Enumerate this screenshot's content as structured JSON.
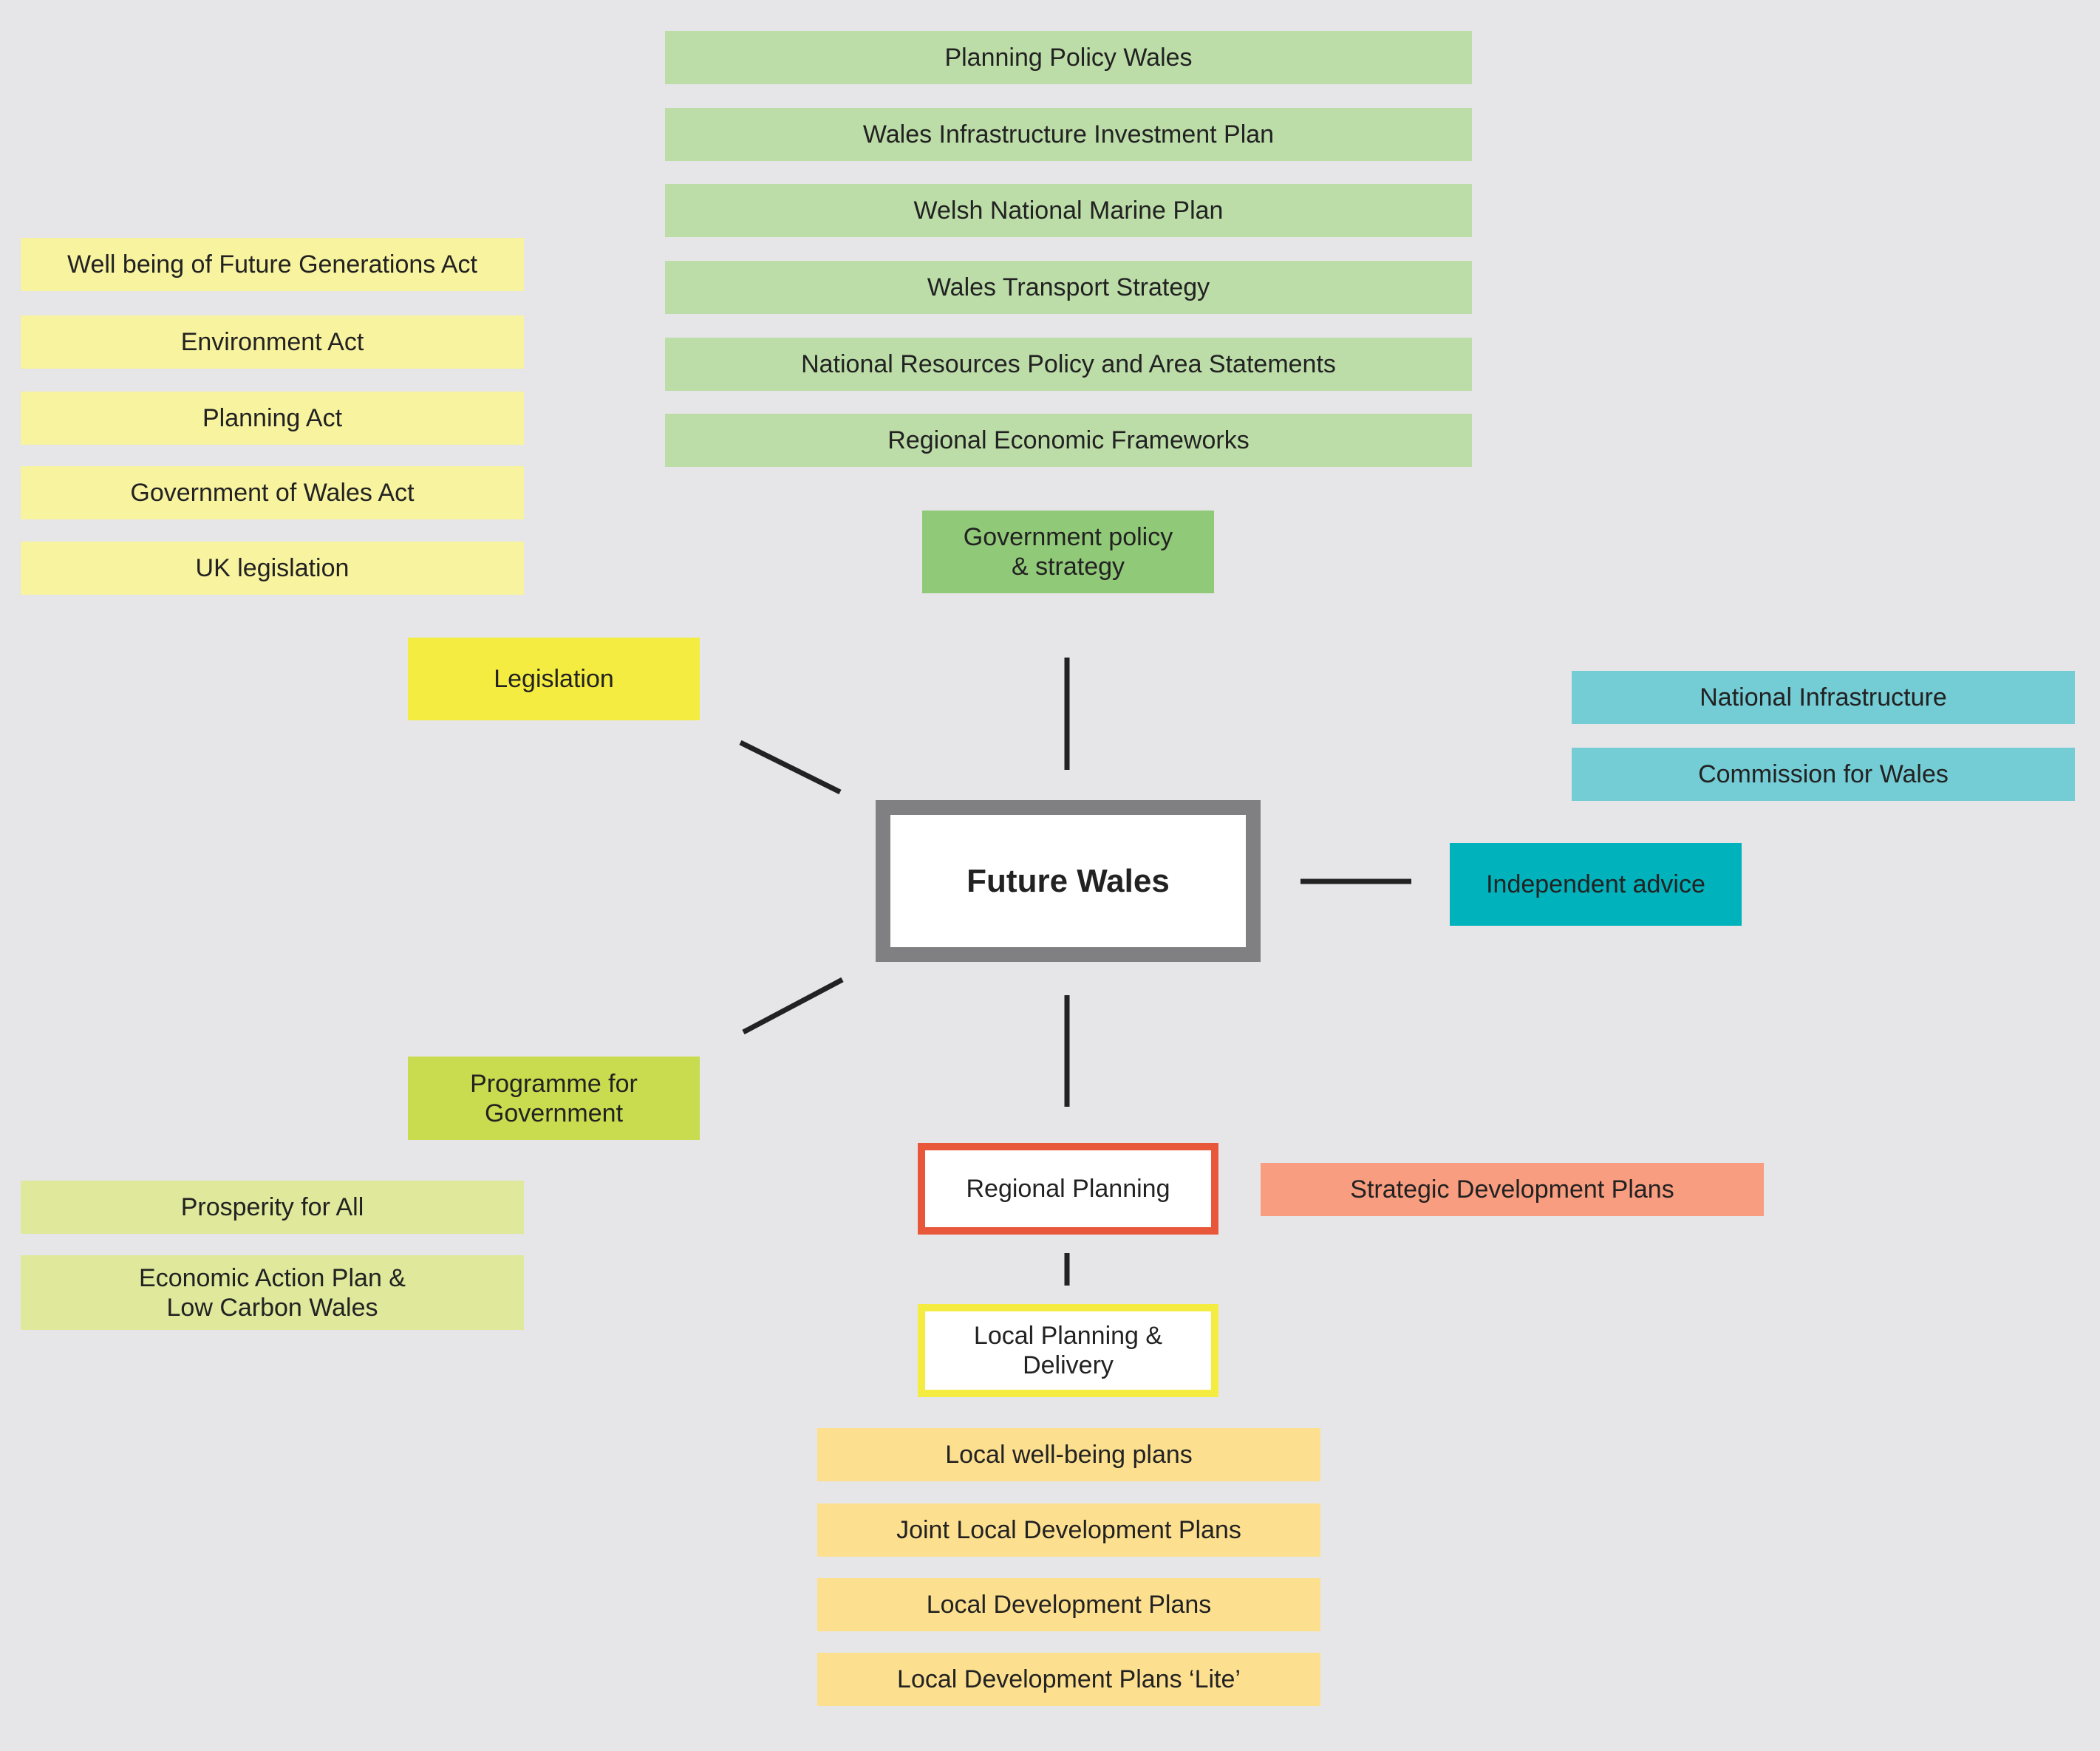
{
  "center": {
    "label": "Future Wales"
  },
  "policy": {
    "heading": "Government policy\n& strategy",
    "items": [
      "Planning Policy Wales",
      "Wales Infrastructure Investment Plan",
      "Welsh National Marine Plan",
      "Wales Transport Strategy",
      "National Resources Policy and Area Statements",
      "Regional Economic Frameworks"
    ]
  },
  "legislation": {
    "heading": "Legislation",
    "items": [
      "Well being of Future Generations Act",
      "Environment Act",
      "Planning Act",
      "Government of Wales Act",
      "UK legislation"
    ]
  },
  "programme": {
    "heading": "Programme for\nGovernment",
    "items": [
      "Prosperity for All",
      "Economic Action Plan &\nLow Carbon Wales"
    ]
  },
  "advice": {
    "heading": "Independent advice",
    "items": [
      "National Infrastructure",
      "Commission for Wales"
    ]
  },
  "regional": {
    "heading": "Regional Planning",
    "side_item": "Strategic Development Plans"
  },
  "local": {
    "heading": "Local Planning &\nDelivery",
    "items": [
      "Local well-being plans",
      "Joint Local Development Plans",
      "Local Development Plans",
      "Local Development Plans ‘Lite’"
    ]
  },
  "colors": {
    "background": "#e6e6e8",
    "policy_item": "#bcdda8",
    "policy_heading": "#90c977",
    "legislation_item": "#f8f39e",
    "legislation_heading": "#f4ec40",
    "programme_heading": "#c9db4e",
    "programme_item": "#dfe89b",
    "advice_item": "#74ccd5",
    "advice_heading": "#00b2bc",
    "strategic_plans": "#f89d7f",
    "local_item": "#fde08f",
    "center_border": "#808083",
    "regional_border": "#e9573a",
    "local_border": "#f4ec40"
  }
}
